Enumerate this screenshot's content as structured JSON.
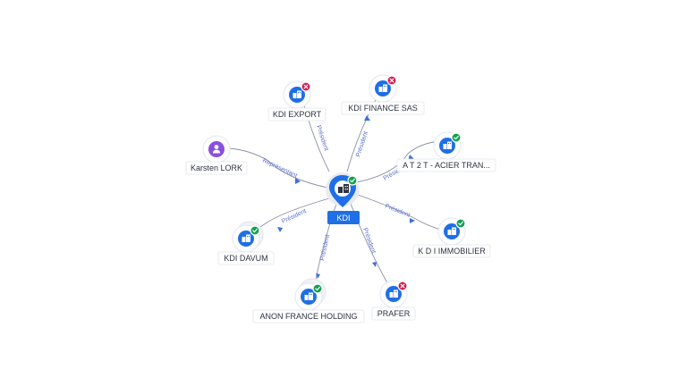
{
  "center": {
    "name": "KDI",
    "status": "active",
    "type": "company"
  },
  "nodes": [
    {
      "id": "kdi-export",
      "name": "KDI EXPORT",
      "type": "company",
      "status": "inactive",
      "relation": "Président"
    },
    {
      "id": "kdi-finance-sas",
      "name": "KDI FINANCE SAS",
      "type": "company",
      "status": "inactive",
      "relation": "Président"
    },
    {
      "id": "a-t-2-t",
      "name": "A T 2 T - ACIER TRAN...",
      "type": "company",
      "status": "active",
      "relation": "Présid..."
    },
    {
      "id": "karsten-lork",
      "name": "Karsten LORK",
      "type": "person",
      "status": "none",
      "relation": "Représentant"
    },
    {
      "id": "kdi-davum",
      "name": "KDI DAVUM",
      "type": "company",
      "status": "active",
      "relation": "Président"
    },
    {
      "id": "kdi-immobilier",
      "name": "K D I IMMOBILIER",
      "type": "company",
      "status": "active",
      "relation": "Président"
    },
    {
      "id": "anon-france-holding",
      "name": "ANON FRANCE HOLDING",
      "type": "company",
      "status": "active",
      "relation": "Président"
    },
    {
      "id": "prafer",
      "name": "PRAFER",
      "type": "company",
      "status": "inactive",
      "relation": "Président"
    }
  ],
  "colors": {
    "company": "#1f6fe6",
    "person": "#8a4fe0",
    "active_badge": "#12a150",
    "inactive_badge": "#d81b4f",
    "edge": "#8a8fa3",
    "edge_label": "#5a6fd0"
  }
}
